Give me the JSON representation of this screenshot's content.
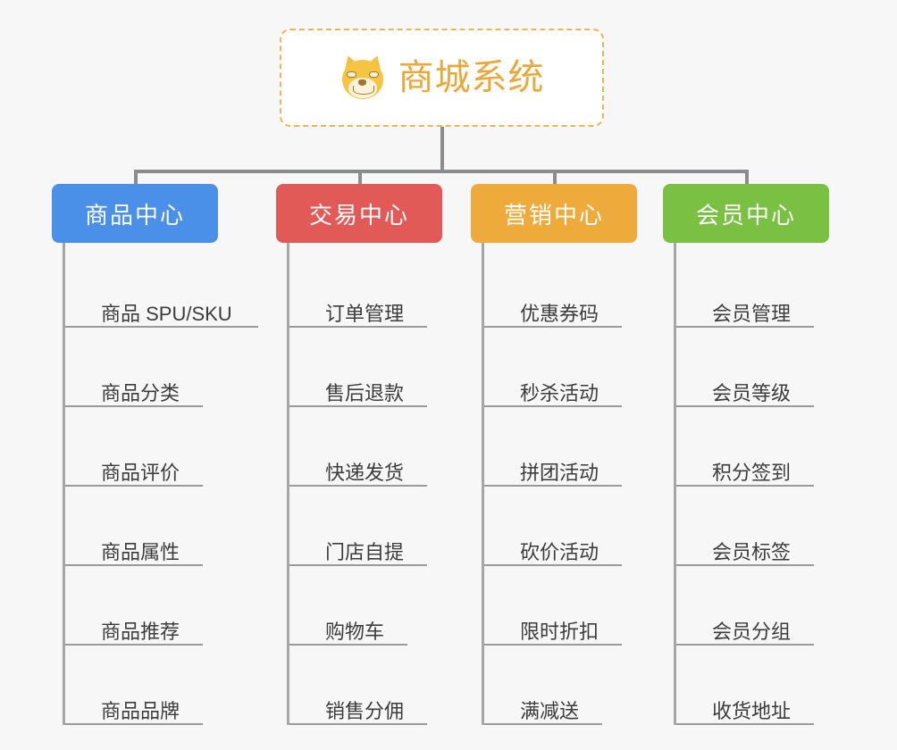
{
  "page": {
    "background": "#f7f7f7",
    "line_color": "#8c8c8c"
  },
  "root": {
    "title": "商城系统",
    "icon": "shiba-dog-face-emoji",
    "title_color": "#e8a83a",
    "border_color": "#edb454",
    "background": "#ffffff"
  },
  "columns": [
    {
      "header": "商品中心",
      "color": "#4a90e8",
      "items": [
        "商品 SPU/SKU",
        "商品分类",
        "商品评价",
        "商品属性",
        "商品推荐",
        "商品品牌"
      ]
    },
    {
      "header": "交易中心",
      "color": "#e25a57",
      "items": [
        "订单管理",
        "售后退款",
        "快递发货",
        "门店自提",
        "购物车",
        "销售分佣"
      ]
    },
    {
      "header": "营销中心",
      "color": "#eeab3c",
      "items": [
        "优惠券码",
        "秒杀活动",
        "拼团活动",
        "砍价活动",
        "限时折扣",
        "满减送"
      ]
    },
    {
      "header": "会员中心",
      "color": "#79c council",
      "items": [
        "会员管理",
        "会员等级",
        "积分签到",
        "会员标签",
        "会员分组",
        "收货地址"
      ]
    }
  ]
}
